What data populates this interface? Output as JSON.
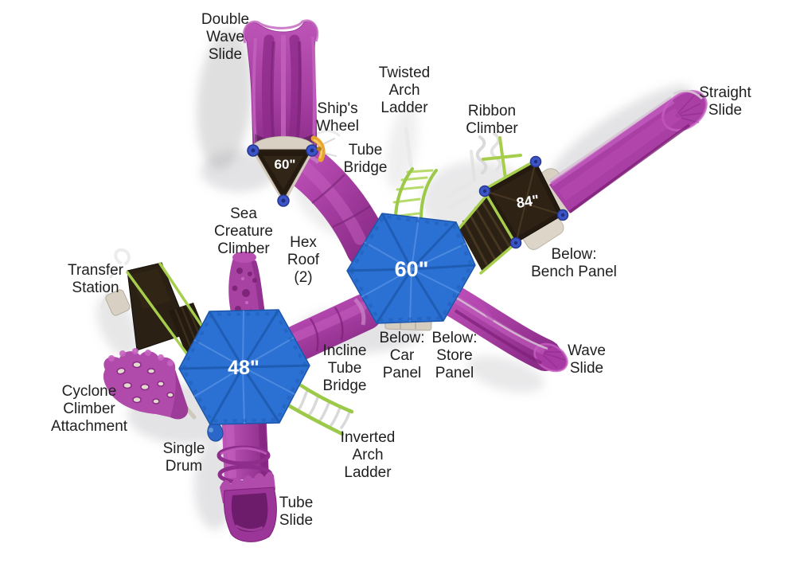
{
  "labels": {
    "double_wave_slide": "Double\nWave\nSlide",
    "ships_wheel": "Ship's\nWheel",
    "twisted_arch_ladder": "Twisted\nArch\nLadder",
    "tube_bridge": "Tube\nBridge",
    "ribbon_climber": "Ribbon\nClimber",
    "straight_slide": "Straight\nSlide",
    "sea_creature_climber": "Sea\nCreature\nClimber",
    "hex_roof": "Hex\nRoof\n(2)",
    "transfer_station": "Transfer\nStation",
    "below_bench_panel": "Below:\nBench Panel",
    "below_car_panel": "Below:\nCar\nPanel",
    "below_store_panel": "Below:\nStore\nPanel",
    "wave_slide": "Wave\nSlide",
    "incline_tube_bridge": "Incline\nTube\nBridge",
    "cyclone_climber": "Cyclone\nClimber\nAttachment",
    "single_drum": "Single\nDrum",
    "inverted_arch_ladder": "Inverted\nArch\nLadder",
    "tube_slide": "Tube\nSlide"
  },
  "measurements": {
    "triangle_deck": "60\"",
    "square_deck": "84\"",
    "main_hex_roof": "60\"",
    "secondary_hex_roof": "48\""
  },
  "colors": {
    "background": "#ffffff",
    "slide_purple": "#a53ea1",
    "slide_highlight": "#c55fc0",
    "slide_shadow_edge": "#7e2078",
    "roof_blue": "#2b70d3",
    "roof_rib_dark": "#1f5cb4",
    "roof_rib_light": "#4c89e0",
    "deck_brown": "#241a10",
    "rail_green": "#a6ce4c",
    "panel_tan": "#d8d1c3",
    "connector_blue": "#3c55c6",
    "wheel_yellow": "#e9a42e",
    "drum_blue": "#2b66c9",
    "label_text": "#1f1f1f",
    "measurement_text": "#ffffff"
  }
}
